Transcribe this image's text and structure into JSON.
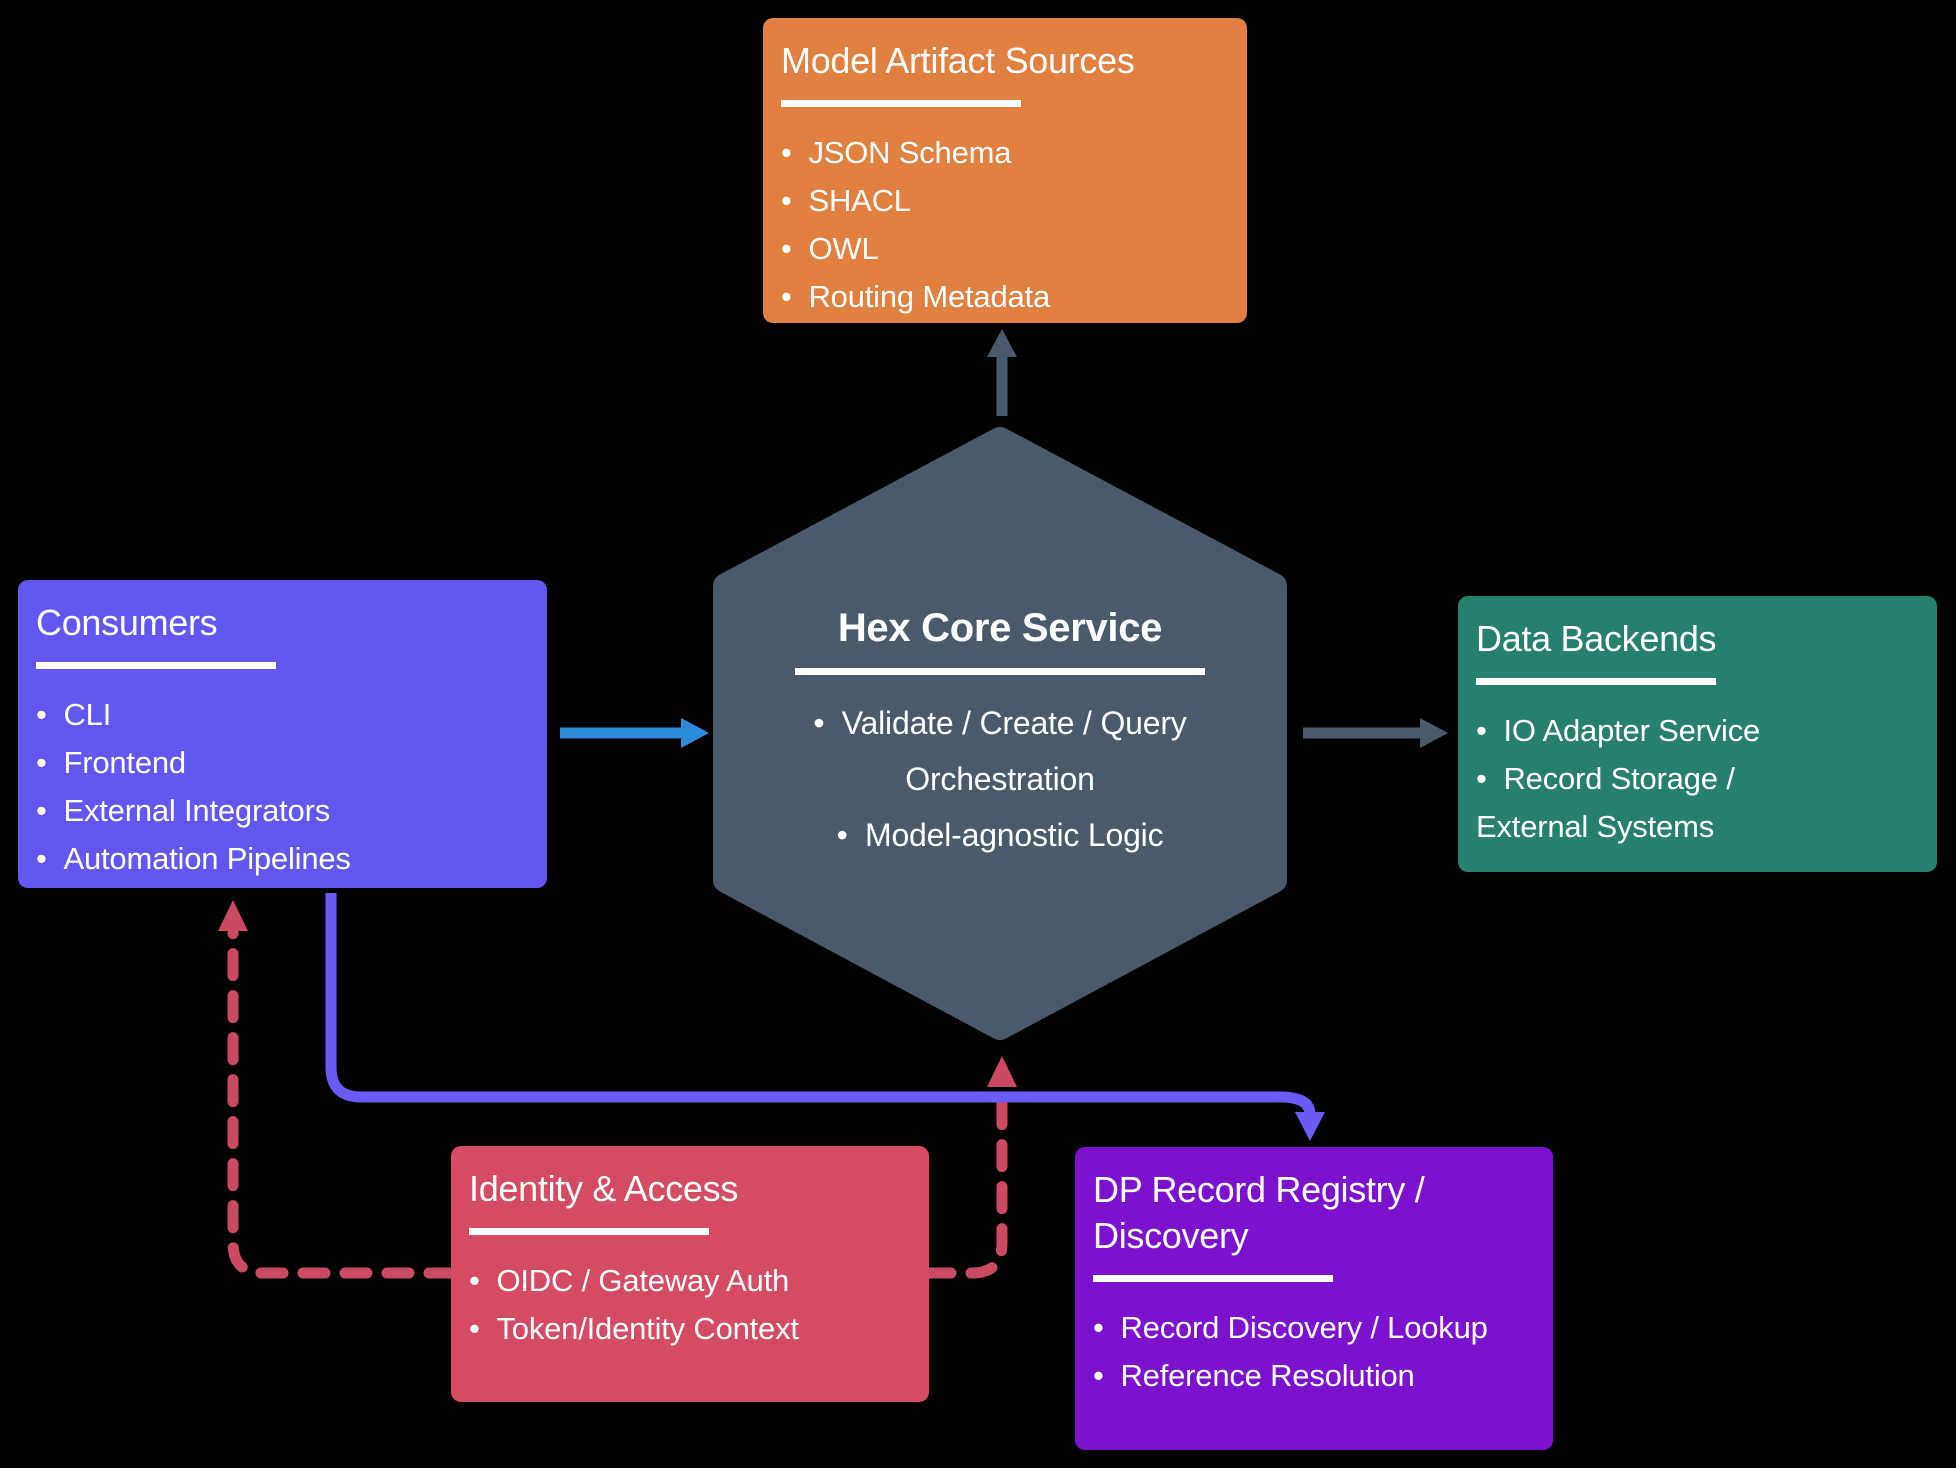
{
  "colors": {
    "background": "#000000",
    "text": "#FFFFFF",
    "divider": "#FFFFFF",
    "hexagon_fill": "#4B5A6A",
    "artifacts_fill": "#E08142",
    "consumers_fill": "#6456F0",
    "backends_fill": "#26806D",
    "identity_fill": "#D64B64",
    "registry_fill": "#7D12CE",
    "arrow_blue": "#2C8CD9",
    "arrow_gray": "#4B5A6A",
    "arrow_purple": "#6A5CF5",
    "arrow_red": "#C94A62"
  },
  "hexagon": {
    "title": "Hex Core Service",
    "items": [
      "Validate / Create / Query Orchestration",
      "Model-agnostic Logic"
    ]
  },
  "boxes": {
    "model_artifact_sources": {
      "title": "Model Artifact Sources",
      "items": [
        "JSON Schema",
        "SHACL",
        "OWL",
        "Routing Metadata"
      ]
    },
    "consumers": {
      "title": "Consumers",
      "items": [
        "CLI",
        "Frontend",
        "External Integrators",
        "Automation Pipelines"
      ]
    },
    "data_backends": {
      "title": "Data Backends",
      "items": [
        "IO Adapter Service",
        "Record Storage / External Systems"
      ]
    },
    "identity_access": {
      "title": "Identity & Access",
      "items": [
        "OIDC / Gateway Auth",
        "Token/Identity Context"
      ]
    },
    "dp_registry": {
      "title": "DP Record Registry / Discovery",
      "items": [
        "Record Discovery / Lookup",
        "Reference Resolution"
      ]
    }
  },
  "arrows": {
    "consumers_to_core": "solid-blue",
    "core_to_artifacts": "solid-gray",
    "core_to_backends": "solid-gray",
    "consumers_to_registry": "solid-purple",
    "identity_to_consumers": "dashed-red",
    "identity_to_core": "dashed-red"
  }
}
